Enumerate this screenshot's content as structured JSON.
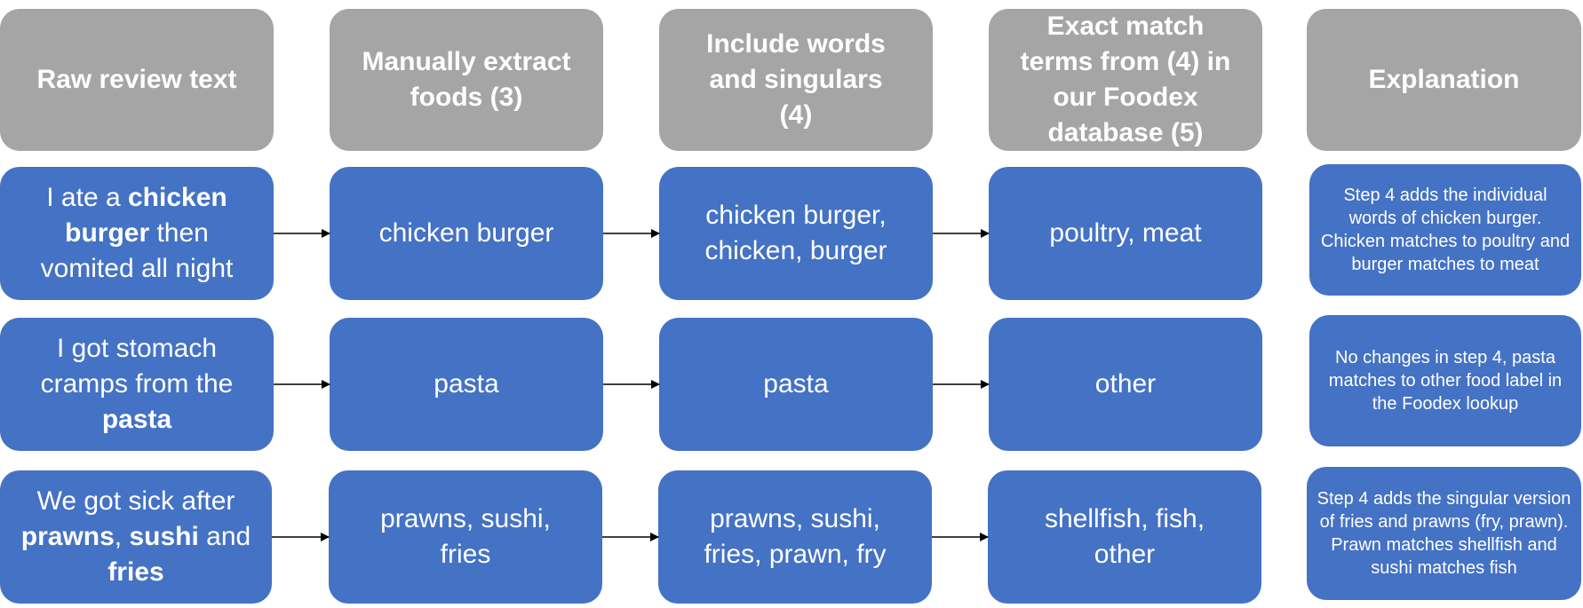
{
  "colors": {
    "header_bg": "#a5a5a5",
    "cell_bg": "#4472c4",
    "text": "#ffffff",
    "arrow": "#000000"
  },
  "headers": [
    "Raw review text",
    "Manually extract foods (3)",
    "Include words and singulars (4)",
    "Exact match terms from (4) in our Foodex database (5)",
    "Explanation"
  ],
  "rows": [
    {
      "review": [
        {
          "text": "I ate a ",
          "bold": false
        },
        {
          "text": "chicken burger",
          "bold": true
        },
        {
          "text": " then vomited all night",
          "bold": false
        }
      ],
      "extracted": "chicken burger",
      "expanded": "chicken burger, chicken, burger",
      "matched": "poultry, meat",
      "explanation": "Step 4 adds the individual words of chicken burger. Chicken matches to poultry and burger matches to meat"
    },
    {
      "review": [
        {
          "text": "I got stomach cramps from the ",
          "bold": false
        },
        {
          "text": "pasta",
          "bold": true
        }
      ],
      "extracted": "pasta",
      "expanded": "pasta",
      "matched": "other",
      "explanation": "No changes in step 4, pasta matches to other food label in the Foodex lookup"
    },
    {
      "review": [
        {
          "text": "We got sick after ",
          "bold": false
        },
        {
          "text": "prawns",
          "bold": true
        },
        {
          "text": ", ",
          "bold": false
        },
        {
          "text": "sushi",
          "bold": true
        },
        {
          "text": " and ",
          "bold": false
        },
        {
          "text": "fries",
          "bold": true
        }
      ],
      "extracted": "prawns, sushi, fries",
      "expanded": "prawns, sushi, fries, prawn, fry",
      "matched": "shellfish, fish, other",
      "explanation": "Step 4 adds the singular version of fries and prawns (fry, prawn). Prawn matches shellfish and sushi matches fish"
    }
  ]
}
